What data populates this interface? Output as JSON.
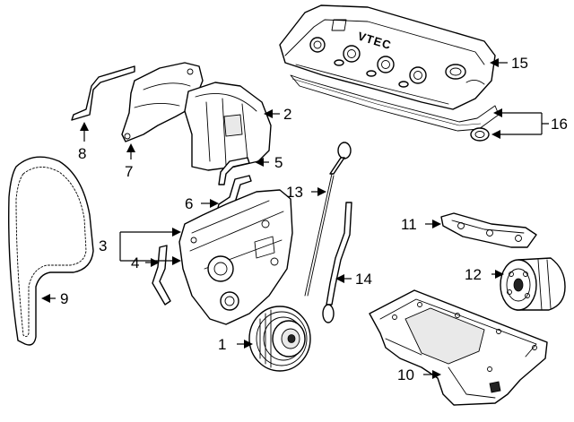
{
  "callouts": {
    "c1": "1",
    "c2": "2",
    "c3": "3",
    "c4": "4",
    "c5": "5",
    "c6": "6",
    "c7": "7",
    "c8": "8",
    "c9": "9",
    "c10": "10",
    "c11": "11",
    "c12": "12",
    "c13": "13",
    "c14": "14",
    "c15": "15",
    "c16": "16"
  },
  "valve_cover_logo": "VTEC"
}
